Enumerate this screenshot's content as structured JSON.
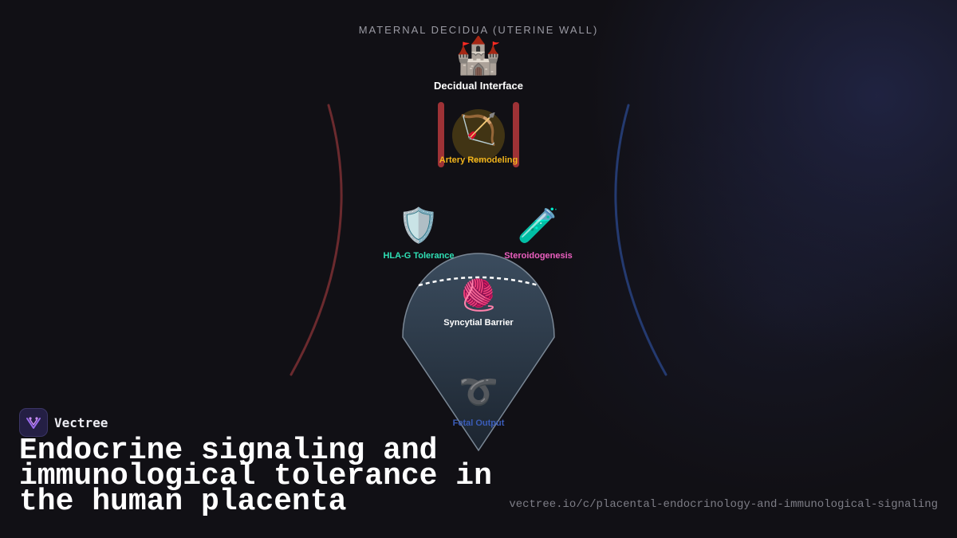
{
  "diagram": {
    "top_label": "MATERNAL DECIDUA (UTERINE WALL)",
    "nodes": {
      "decidual_interface": {
        "label": "Decidual Interface",
        "glyph": "🏰",
        "icon": "castle-icon",
        "color": "#ffffff"
      },
      "artery_remodeling": {
        "label": "Artery Remodeling",
        "glyph": "🏹",
        "icon": "bow-and-arrow-icon",
        "color": "#f2b51c"
      },
      "hla_g_tolerance": {
        "label": "HLA-G Tolerance",
        "glyph": "🛡️",
        "icon": "shield-icon",
        "color": "#2fe0b5"
      },
      "steroidogenesis": {
        "label": "Steroidogenesis",
        "glyph": "🧪",
        "icon": "test-tube-icon",
        "color": "#ec5fc0"
      },
      "syncytial_barrier": {
        "label": "Syncytial Barrier",
        "glyph": "🧶",
        "icon": "yarn-ball-icon",
        "color": "#ffffff"
      },
      "fetal_output": {
        "label": "Fetal Output",
        "glyph": "➰",
        "icon": "curly-loop-icon",
        "color": "#3a5cb8"
      }
    },
    "colors": {
      "maternal_arc": "#6b2a2e",
      "fetal_arc": "#243a70",
      "artery_wall": "#9e3236",
      "placenta_fill": "#2f4052",
      "placenta_stroke": "#7a8795"
    }
  },
  "brand": {
    "name": "Vectree",
    "icon": "vectree-logo-icon"
  },
  "headline": "Endocrine signaling and immunological tolerance in the human placenta",
  "url": "vectree.io/c/placental-endocrinology-and-immunological-signaling"
}
